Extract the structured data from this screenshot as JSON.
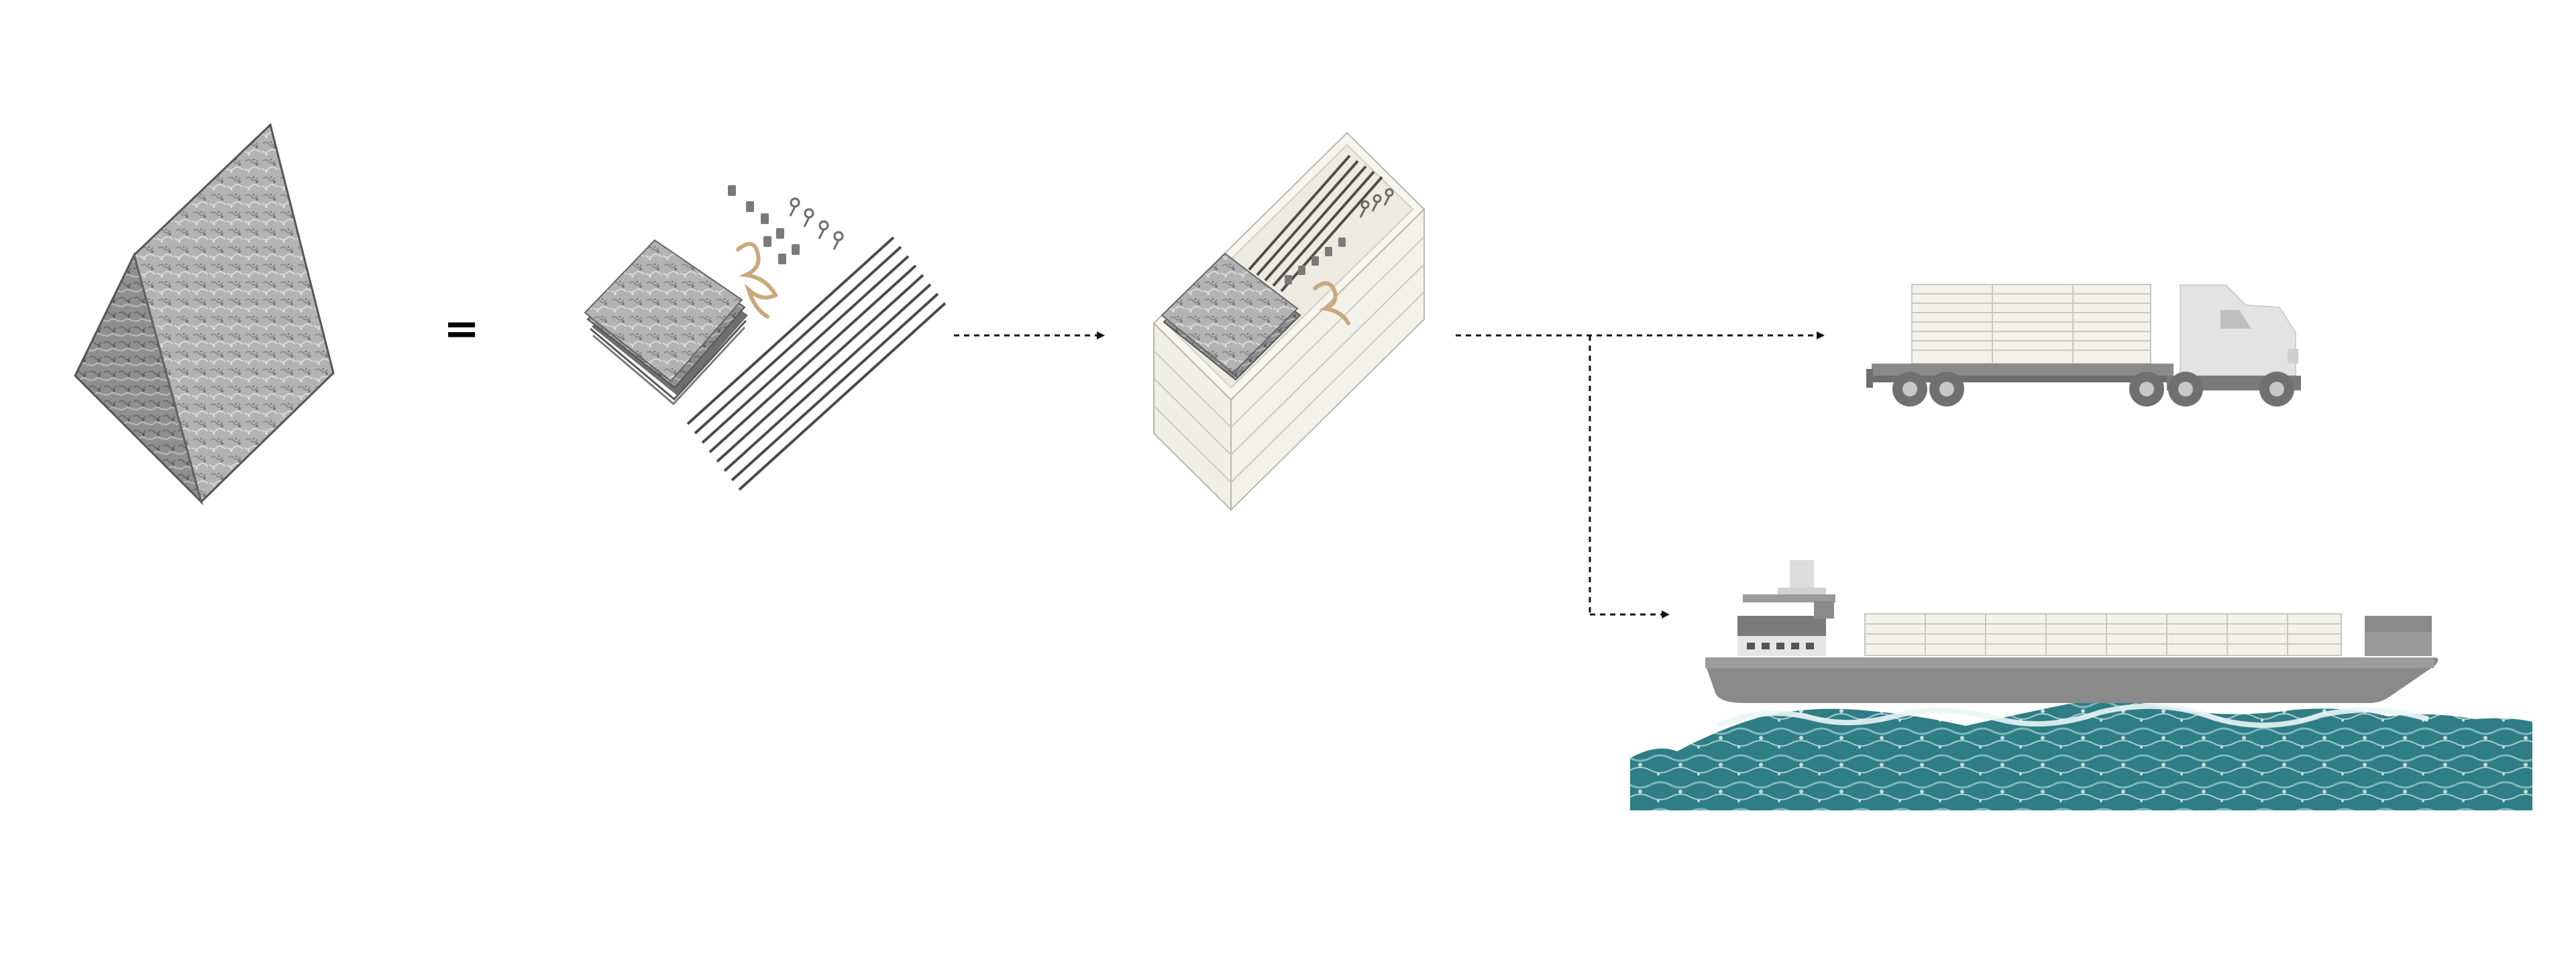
{
  "diagram": {
    "equals_symbol": "=",
    "stages": [
      "tetrahedron-felt-object",
      "disassembled-kit-components",
      "packed-shipping-box",
      "truck-transport",
      "ship-transport"
    ],
    "colors": {
      "felt": "#9a9a9a",
      "felt_light": "#c4c4c4",
      "rod": "#4a4a4a",
      "rope": "#c9a97c",
      "box": "#f3f2ea",
      "box_line": "#c9c8bd",
      "vehicle": "#8a8a8a",
      "vehicle_light": "#e3e3e3",
      "wheel": "#707070",
      "sea": "#2f7d85",
      "sea_foam": "#dfeff1",
      "arrow": "#111111"
    }
  }
}
